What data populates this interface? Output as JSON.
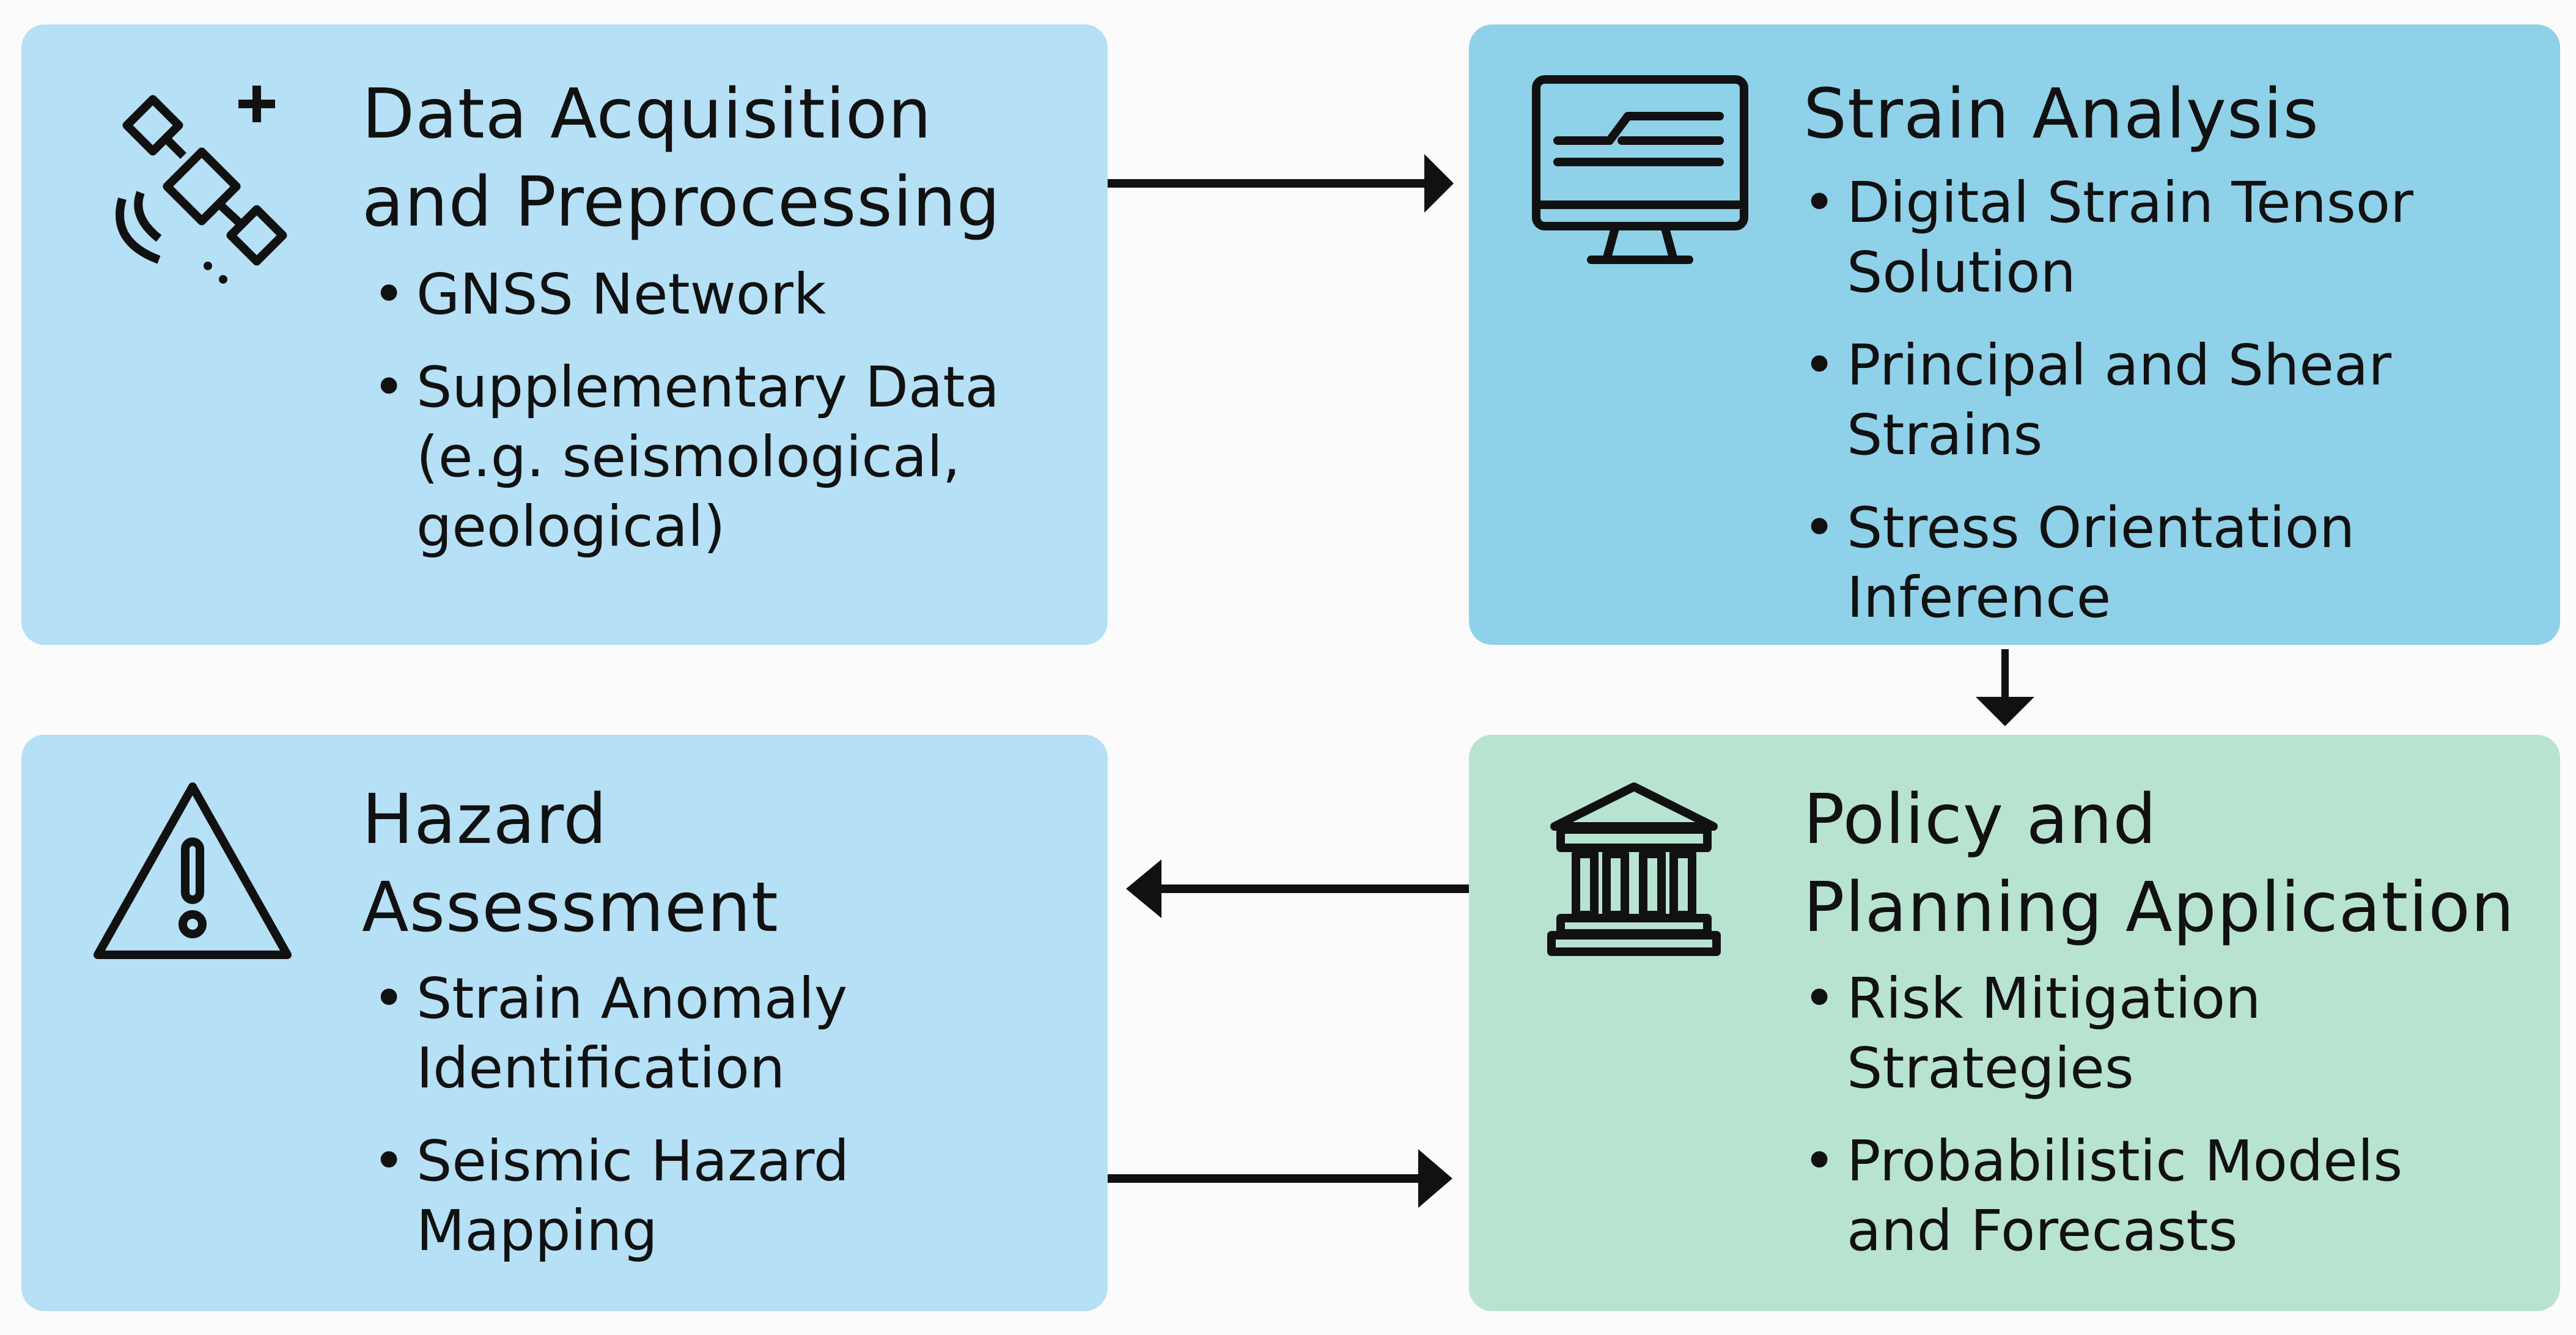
{
  "boxes": {
    "data": {
      "title_line1": "Data Acquisition",
      "title_line2": "and Preprocessing",
      "items": [
        {
          "line1": "GNSS Network",
          "line2": "",
          "line3": ""
        },
        {
          "line1": "Supplementary Data",
          "line2": "(e.g. seismological,",
          "line3": "geological)"
        }
      ]
    },
    "strain": {
      "title_line1": "Strain Analysis",
      "items": [
        {
          "line1": "Digital Strain Tensor",
          "line2": "Solution"
        },
        {
          "line1": "Principal and Shear",
          "line2": "Strains"
        },
        {
          "line1": "Stress Orientation",
          "line2": "Inference"
        }
      ]
    },
    "hazard": {
      "title_line1": "Hazard",
      "title_line2": "Assessment",
      "items": [
        {
          "line1": "Strain Anomaly",
          "line2": "Identification"
        },
        {
          "line1": "Seismic Hazard",
          "line2": "Mapping"
        }
      ]
    },
    "policy": {
      "title_line1": "Policy and",
      "title_line2": "Planning Application",
      "items": [
        {
          "line1": "Risk Mitigation",
          "line2": "Strategies"
        },
        {
          "line1": "Probabilistic Models",
          "line2": "and Forecasts"
        }
      ]
    }
  },
  "bullet_char": "•",
  "icons": {
    "data": "satellite-icon",
    "strain": "computer-monitor-icon",
    "hazard": "warning-triangle-icon",
    "policy": "government-building-icon"
  },
  "colors": {
    "data_box": "#b5e0f5",
    "strain_box": "#8fd1e9",
    "hazard_box": "#b5e0f5",
    "policy_box": "#b8e3d1",
    "arrow": "#111111"
  }
}
